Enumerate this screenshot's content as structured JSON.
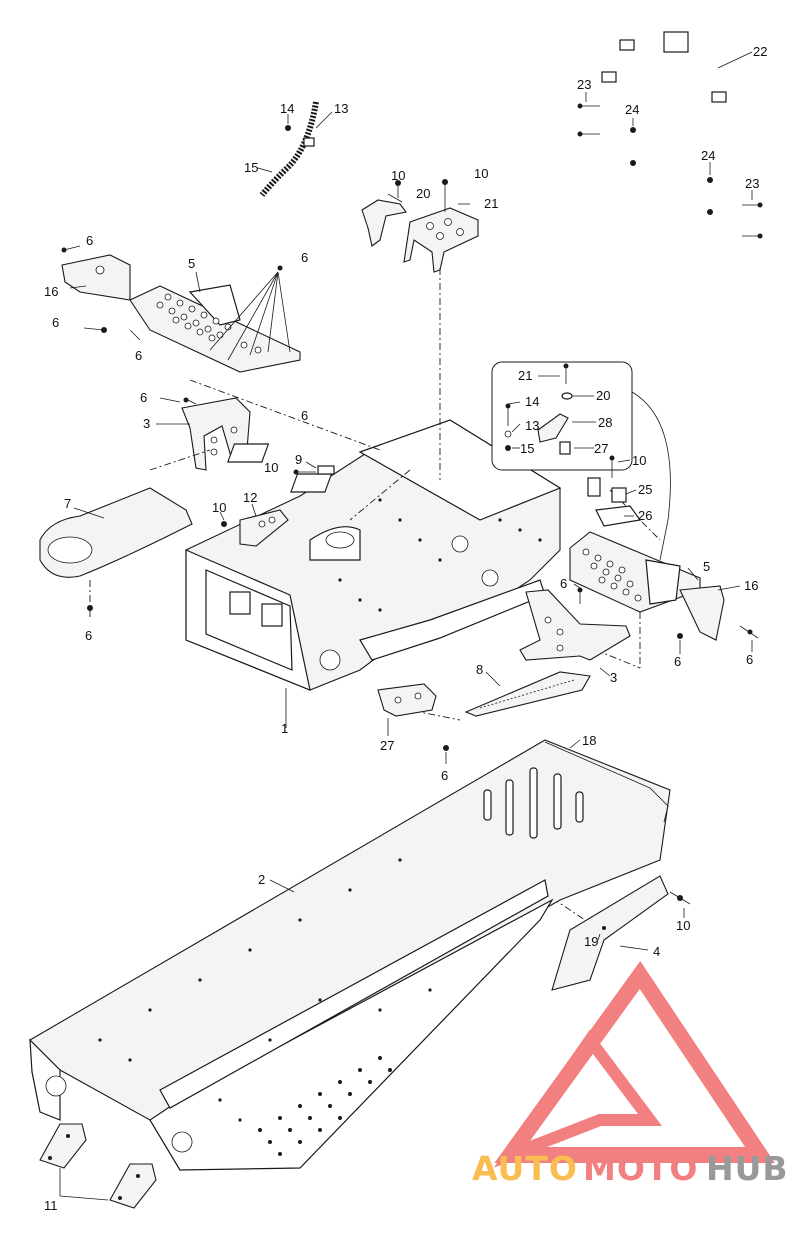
{
  "callouts": [
    {
      "id": "c1",
      "label": "1"
    },
    {
      "id": "c2",
      "label": "2"
    },
    {
      "id": "c3a",
      "label": "3"
    },
    {
      "id": "c3b",
      "label": "3"
    },
    {
      "id": "c4",
      "label": "4"
    },
    {
      "id": "c5a",
      "label": "5"
    },
    {
      "id": "c5b",
      "label": "5"
    },
    {
      "id": "c6a",
      "label": "6"
    },
    {
      "id": "c6b",
      "label": "6"
    },
    {
      "id": "c6c",
      "label": "6"
    },
    {
      "id": "c6d",
      "label": "6"
    },
    {
      "id": "c6e",
      "label": "6"
    },
    {
      "id": "c6f",
      "label": "6"
    },
    {
      "id": "c6g",
      "label": "6"
    },
    {
      "id": "c6h",
      "label": "6"
    },
    {
      "id": "c6i",
      "label": "6"
    },
    {
      "id": "c6j",
      "label": "6"
    },
    {
      "id": "c6k",
      "label": "6"
    },
    {
      "id": "c7",
      "label": "7"
    },
    {
      "id": "c8",
      "label": "8"
    },
    {
      "id": "c9",
      "label": "9"
    },
    {
      "id": "c10a",
      "label": "10"
    },
    {
      "id": "c10b",
      "label": "10"
    },
    {
      "id": "c10c",
      "label": "10"
    },
    {
      "id": "c10d",
      "label": "10"
    },
    {
      "id": "c10e",
      "label": "10"
    },
    {
      "id": "c10f",
      "label": "10"
    },
    {
      "id": "c11",
      "label": "11"
    },
    {
      "id": "c12",
      "label": "12"
    },
    {
      "id": "c13a",
      "label": "13"
    },
    {
      "id": "c13b",
      "label": "13"
    },
    {
      "id": "c14a",
      "label": "14"
    },
    {
      "id": "c14b",
      "label": "14"
    },
    {
      "id": "c15a",
      "label": "15"
    },
    {
      "id": "c15b",
      "label": "15"
    },
    {
      "id": "c16a",
      "label": "16"
    },
    {
      "id": "c16b",
      "label": "16"
    },
    {
      "id": "c18",
      "label": "18"
    },
    {
      "id": "c19",
      "label": "19"
    },
    {
      "id": "c20a",
      "label": "20"
    },
    {
      "id": "c20b",
      "label": "20"
    },
    {
      "id": "c21a",
      "label": "21"
    },
    {
      "id": "c21b",
      "label": "21"
    },
    {
      "id": "c22",
      "label": "22"
    },
    {
      "id": "c23a",
      "label": "23"
    },
    {
      "id": "c23b",
      "label": "23"
    },
    {
      "id": "c24a",
      "label": "24"
    },
    {
      "id": "c24b",
      "label": "24"
    },
    {
      "id": "c25",
      "label": "25"
    },
    {
      "id": "c26",
      "label": "26"
    },
    {
      "id": "c27a",
      "label": "27"
    },
    {
      "id": "c27b",
      "label": "27"
    },
    {
      "id": "c28",
      "label": "28"
    }
  ],
  "watermark": {
    "part1": "AUTO",
    "part2": "MOTO",
    "part3": "HUB",
    "color_primary": "#f26b6b",
    "color_secondary": "#f9b233",
    "color_tertiary": "#888888"
  }
}
